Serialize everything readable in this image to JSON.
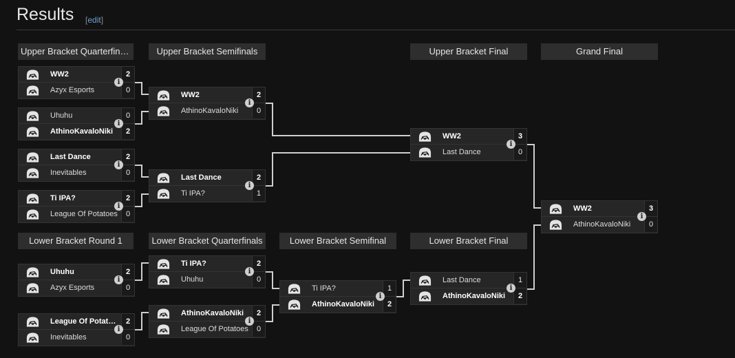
{
  "header": {
    "title": "Results",
    "edit_open": "[",
    "edit_label": "edit",
    "edit_close": "]"
  },
  "info_glyph": "i",
  "rounds": {
    "ubqf": "Upper Bracket Quarterfinals",
    "ubsf": "Upper Bracket Semifinals",
    "ubf": "Upper Bracket Final",
    "gf": "Grand Final",
    "lbr1": "Lower Bracket Round 1",
    "lbqf": "Lower Bracket Quarterfinals",
    "lbsf": "Lower Bracket Semifinal",
    "lbf": "Lower Bracket Final"
  },
  "matches": {
    "ubqf1": {
      "t1": "WW2",
      "s1": "2",
      "t2": "Azyx Esports",
      "s2": "0"
    },
    "ubqf2": {
      "t1": "Uhuhu",
      "s1": "0",
      "t2": "AthinoKavaloNiki",
      "s2": "2"
    },
    "ubqf3": {
      "t1": "Last Dance",
      "s1": "2",
      "t2": "Inevitables",
      "s2": "0"
    },
    "ubqf4": {
      "t1": "Ti IPA?",
      "s1": "2",
      "t2": "League Of Potatoes",
      "s2": "0"
    },
    "ubsf1": {
      "t1": "WW2",
      "s1": "2",
      "t2": "AthinoKavaloNiki",
      "s2": "0"
    },
    "ubsf2": {
      "t1": "Last Dance",
      "s1": "2",
      "t2": "Ti IPA?",
      "s2": "1"
    },
    "ubf": {
      "t1": "WW2",
      "s1": "3",
      "t2": "Last Dance",
      "s2": "0"
    },
    "gf": {
      "t1": "WW2",
      "s1": "3",
      "t2": "AthinoKavaloNiki",
      "s2": "0"
    },
    "lbr1a": {
      "t1": "Uhuhu",
      "s1": "2",
      "t2": "Azyx Esports",
      "s2": "0"
    },
    "lbr1b": {
      "t1": "League Of Potatoes",
      "s1": "2",
      "t2": "Inevitables",
      "s2": "0"
    },
    "lbqf1": {
      "t1": "Ti IPA?",
      "s1": "2",
      "t2": "Uhuhu",
      "s2": "0"
    },
    "lbqf2": {
      "t1": "AthinoKavaloNiki",
      "s1": "2",
      "t2": "League Of Potatoes",
      "s2": "0"
    },
    "lbsf": {
      "t1": "Ti IPA?",
      "s1": "1",
      "t2": "AthinoKavaloNiki",
      "s2": "2"
    },
    "lbf": {
      "t1": "Last Dance",
      "s1": "1",
      "t2": "AthinoKavaloNiki",
      "s2": "2"
    }
  },
  "colors": {
    "background": "#121212",
    "header_bg": "#2e2e2e",
    "team_bg": "#262626",
    "connector": "#cfcfcf"
  },
  "icons": {
    "team_logo": "rocket-league-car-logo-icon",
    "info": "info-icon"
  }
}
